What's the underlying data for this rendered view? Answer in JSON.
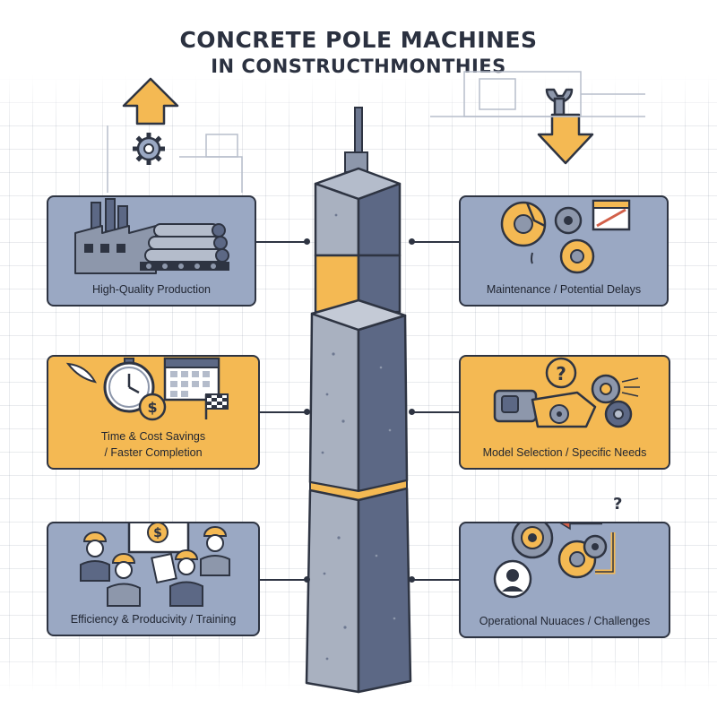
{
  "title": {
    "line1": "CONCRETE POLE MACHINES",
    "line2": "IN CONSTRUCTHMONTHIES"
  },
  "cards": [
    {
      "label": "High-Quality Production",
      "style": "blue",
      "icon": "factory-pipes-icon"
    },
    {
      "label": "Maintenance / Potential Delays",
      "style": "blue",
      "icon": "broken-gears-calendar-icon"
    },
    {
      "label": "Time & Cost Savings\n/ Faster Completion",
      "style": "yellow",
      "icon": "stopwatch-calendar-flag-icon"
    },
    {
      "label": "Model Selection / Specific Needs",
      "style": "yellow",
      "icon": "machine-question-icon"
    },
    {
      "label": "Efficiency & Producivity / Training",
      "style": "blue",
      "icon": "workers-training-icon"
    },
    {
      "label": "Operational Nuuaces / Challenges",
      "style": "blue",
      "icon": "gears-operator-icon"
    }
  ],
  "colors": {
    "navy": "#2e3442",
    "blue_card": "#9aa8c3",
    "yellow_accent": "#f4b953",
    "pole_front": "#8d97ab",
    "pole_side": "#5c6885"
  },
  "decorations": {
    "top_left": [
      "up-arrow-icon",
      "gear-icon"
    ],
    "top_right": [
      "wrench-icon",
      "down-arrow-icon"
    ]
  }
}
